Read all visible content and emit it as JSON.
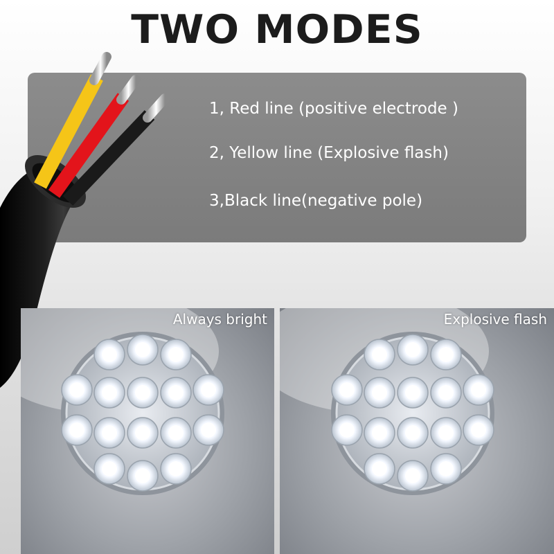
{
  "title": "TWO MODES",
  "wiring": {
    "lines": [
      "1, Red line (positive electrode )",
      "2, Yellow line (Explosive flash)",
      "3,Black line(negative pole)"
    ]
  },
  "modes": [
    {
      "caption": "Always bright"
    },
    {
      "caption": "Explosive flash"
    }
  ],
  "colors": {
    "wire_red": "#e3141b",
    "wire_yellow": "#f5c518",
    "wire_black": "#1a1a1a",
    "panel_gray": "#858585"
  },
  "icons": [
    "cable-image",
    "led-lamp-image",
    "led-lamp-image"
  ]
}
